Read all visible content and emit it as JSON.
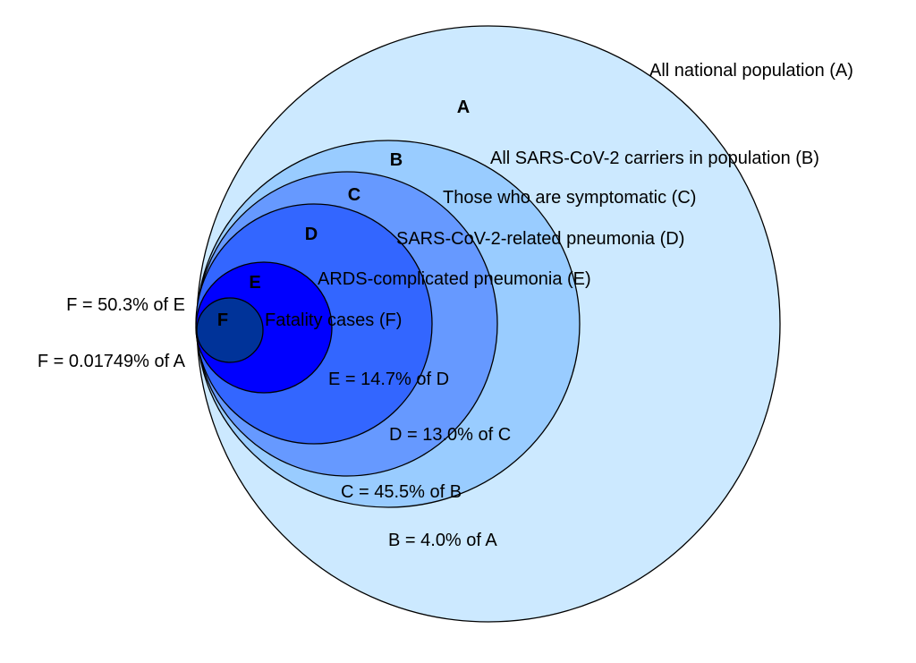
{
  "circles": [
    {
      "id": "A",
      "letter": "A",
      "label": "All national population (A)",
      "color": "#cce9ff"
    },
    {
      "id": "B",
      "letter": "B",
      "label": "All SARS-CoV-2 carriers in population (B)",
      "color": "#99ccff",
      "ratio": "B = 4.0% of A"
    },
    {
      "id": "C",
      "letter": "C",
      "label": "Those who are symptomatic (C)",
      "color": "#6699ff",
      "ratio": "C = 45.5% of B"
    },
    {
      "id": "D",
      "letter": "D",
      "label": "SARS-CoV-2-related pneumonia (D)",
      "color": "#3366ff",
      "ratio": "D = 13.0% of C"
    },
    {
      "id": "E",
      "letter": "E",
      "label": "ARDS-complicated pneumonia (E)",
      "color": "#0000ff",
      "ratio": "E = 14.7% of D"
    },
    {
      "id": "F",
      "letter": "F",
      "label": "Fatality cases (F)",
      "color": "#003399"
    }
  ],
  "side_notes": {
    "f_of_e": "F = 50.3% of E",
    "f_of_a": "F = 0.01749% of A"
  }
}
